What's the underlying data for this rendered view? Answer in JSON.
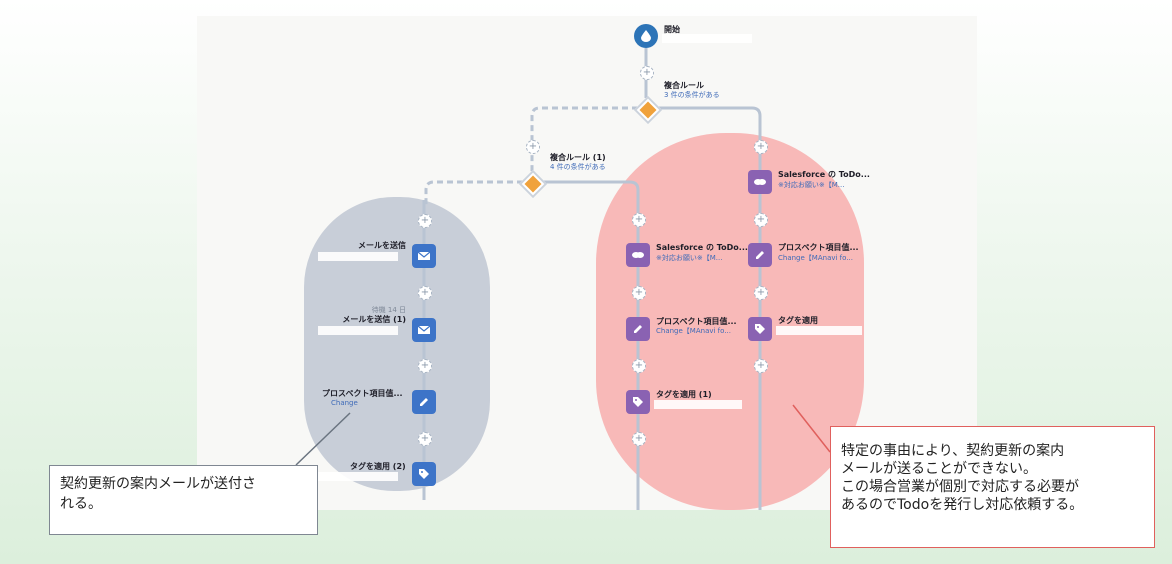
{
  "flow": {
    "start": {
      "label": "開始"
    },
    "compound1": {
      "label": "複合ルール",
      "sub": "3 件の条件がある"
    },
    "compound2": {
      "label": "複合ルール (1)",
      "sub": "4 件の条件がある"
    },
    "left_branch": {
      "mail1": {
        "label": "メールを送信"
      },
      "wait": {
        "label": "待機 14 日"
      },
      "mail2": {
        "label": "メールを送信 (1)"
      },
      "prospect": {
        "label": "プロスペクト項目值...",
        "sub": "Change"
      },
      "tag": {
        "label": "タグを適用 (2)"
      }
    },
    "mid_branch": {
      "todo": {
        "label": "Salesforce の ToDo...",
        "sub": "※対応お願い※【M..."
      },
      "prospect": {
        "label": "プロスペクト項目值...",
        "sub": "Change【MAnavi fo..."
      },
      "tag": {
        "label": "タグを適用 (1)"
      }
    },
    "right_branch": {
      "todo": {
        "label": "Salesforce の ToDo...",
        "sub": "※対応お願い※【M..."
      },
      "prospect": {
        "label": "プロスペクト項目值...",
        "sub": "Change【MAnavi fo..."
      },
      "tag": {
        "label": "タグを適用"
      }
    },
    "plus_symbol": "+"
  },
  "callouts": {
    "left": {
      "lines": [
        "契約更新の案内メールが送付さ",
        "れる。"
      ]
    },
    "right": {
      "lines": [
        "特定の事由により、契約更新の案内",
        "メールが送ることができない。",
        "この場合営業が個別で対応する必要が",
        "あるのでTodoを発行し対応依頼する。"
      ]
    }
  },
  "colors": {
    "accent_blue": "#3d74c8",
    "purple": "#8a62b2",
    "diamond_orange": "#f0a23c",
    "overlay_gray": "#c3cad5",
    "overlay_red": "#f7a9a9",
    "callout_red_border": "#e0605d"
  },
  "icons": [
    "drop-icon",
    "mail-icon",
    "pencil-icon",
    "tag-icon",
    "salesforce-cloud-icon",
    "diamond-rule-icon",
    "plus-icon"
  ]
}
